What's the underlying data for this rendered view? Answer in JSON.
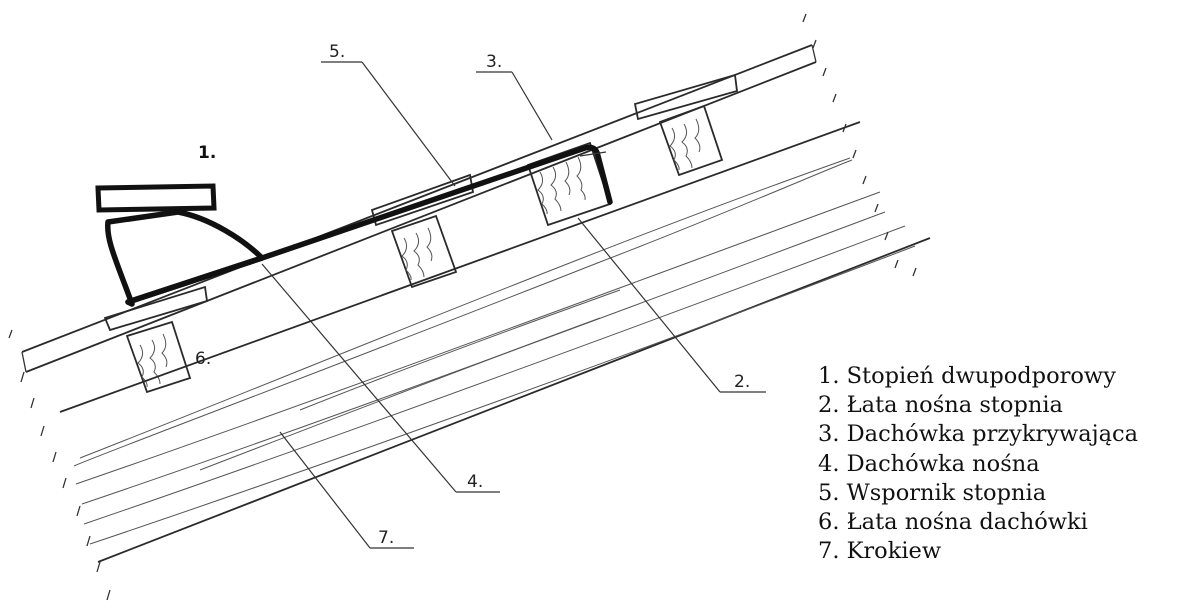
{
  "labels": {
    "step": "1.",
    "step_batten": "2.",
    "cover_tile": "3.",
    "bearing_tile": "4.",
    "step_bracket": "5.",
    "tile_batten": "6.",
    "rafter": "7."
  },
  "legend": [
    "1. Stopień dwupodporowy",
    "2. Łata nośna stopnia",
    "3. Dachówka przykrywająca",
    "4. Dachówka nośna",
    "5. Wspornik stopnia",
    "6. Łata nośna dachówki",
    "7. Krokiew"
  ]
}
